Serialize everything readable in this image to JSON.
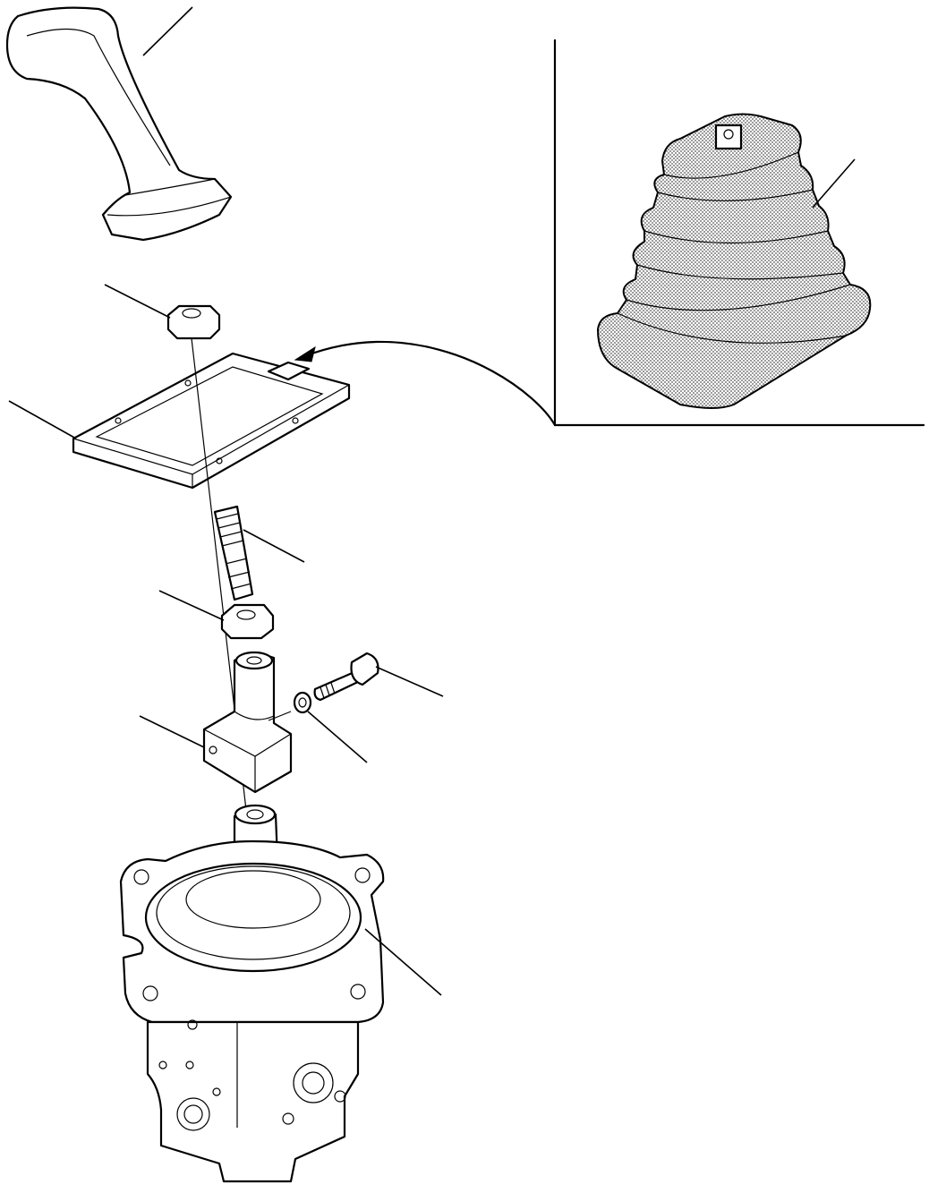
{
  "figure": {
    "description_visible_text": [],
    "colors": {
      "line": "#000000",
      "background": "#ffffff",
      "stipple": "#808080"
    }
  },
  "parts": [
    {
      "id": "lever-grip"
    },
    {
      "id": "rubber-boot"
    },
    {
      "id": "upper-nut"
    },
    {
      "id": "boot-plate"
    },
    {
      "id": "threaded-stud"
    },
    {
      "id": "lower-nut"
    },
    {
      "id": "adapter-block"
    },
    {
      "id": "bolt"
    },
    {
      "id": "washer"
    },
    {
      "id": "pilot-valve"
    }
  ]
}
